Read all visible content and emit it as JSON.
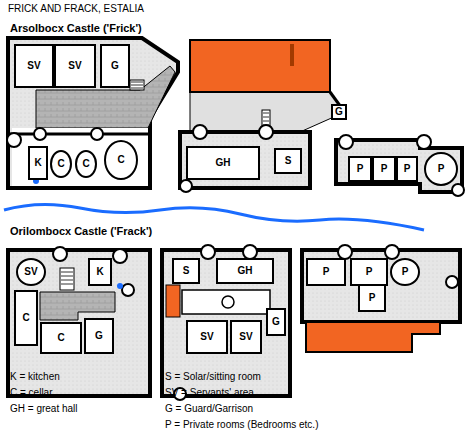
{
  "diagram": {
    "title": "FRICK AND FRACK, ESTALIA",
    "nodes": [
      {
        "text": [
          "SV"
        ]
      },
      {
        "text": [
          "SV"
        ]
      },
      {
        "text": [
          "G"
        ]
      },
      {
        "text": [
          "K"
        ]
      },
      {
        "text": [
          "C"
        ]
      },
      {
        "text": [
          "C"
        ]
      },
      {
        "text": [
          "C"
        ]
      },
      {
        "text": [
          "G"
        ]
      },
      {
        "text": [
          "GH"
        ]
      },
      {
        "text": [
          "S"
        ]
      },
      {
        "text": [
          "P"
        ]
      },
      {
        "text": [
          "P"
        ]
      },
      {
        "text": [
          "P"
        ]
      },
      {
        "text": [
          "P"
        ]
      },
      {
        "text": [
          "SV"
        ]
      },
      {
        "text": [
          "K"
        ]
      },
      {
        "text": [
          "C"
        ]
      },
      {
        "text": [
          "C"
        ]
      },
      {
        "text": [
          "G"
        ]
      },
      {
        "text": [
          "S"
        ]
      },
      {
        "text": [
          "GH"
        ]
      },
      {
        "text": [
          "SV"
        ]
      },
      {
        "text": [
          "SV"
        ]
      },
      {
        "text": [
          "G"
        ]
      },
      {
        "text": [
          "P"
        ]
      },
      {
        "text": [
          "P"
        ]
      },
      {
        "text": [
          "P"
        ]
      },
      {
        "text": [
          "P"
        ]
      }
    ],
    "edges": [],
    "labels": [
      "Arsolbocx Castle ('Frick')",
      "Orilombocx Castle ('Frack')"
    ],
    "legend": [
      {
        "text": "K = kitchen"
      },
      {
        "text": "C = cellar"
      },
      {
        "text": "GH = great hall"
      },
      {
        "text": "S = Solar/sitting room"
      },
      {
        "text": "SV = Servants' area"
      },
      {
        "text": "G = Guard/Garrison"
      },
      {
        "text": "P = Private rooms (Bedrooms etc.)"
      }
    ]
  }
}
